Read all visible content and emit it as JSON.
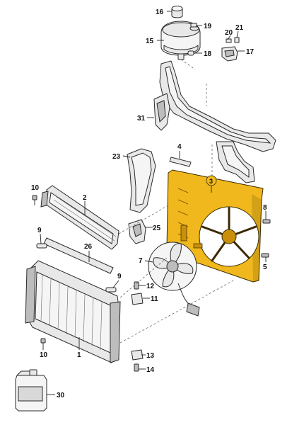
{
  "diagram": {
    "highlight_color": "#f0b81c",
    "callouts": {
      "c16": "16",
      "c15": "15",
      "c19": "19",
      "c18": "18",
      "c20": "20",
      "c21": "21",
      "c17": "17",
      "c31": "31",
      "c4": "4",
      "c23": "23",
      "c3": "3",
      "c10a": "10",
      "c2": "2",
      "c8": "8",
      "c9a": "9",
      "c25": "25",
      "c26": "26",
      "c7": "7",
      "c5": "5",
      "c9b": "9",
      "c12": "12",
      "c11": "11",
      "c1": "1",
      "c10b": "10",
      "c13": "13",
      "c14": "14",
      "c30": "30"
    }
  }
}
